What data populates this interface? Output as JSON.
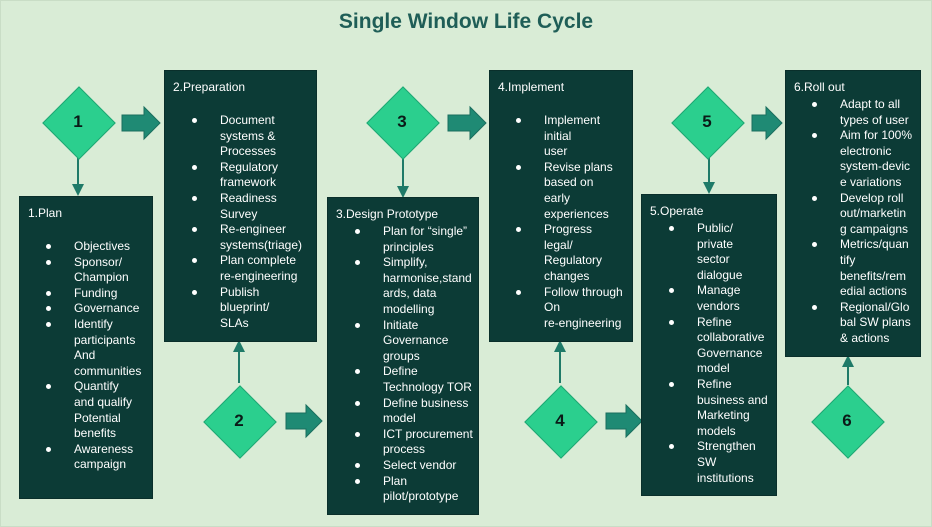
{
  "title": "Single Window Life Cycle",
  "stages": [
    {
      "num": "1",
      "heading": "1.Plan",
      "items": [
        "Objectives",
        "Sponsor/\nChampion",
        "Funding",
        "Governance",
        "Identify\nparticipants\nAnd\ncommunities",
        "Quantify\nand qualify\nPotential\nbenefits",
        "Awareness\ncampaign"
      ]
    },
    {
      "num": "2",
      "heading": "2.Preparation",
      "items": [
        "Document\nsystems &\nProcesses",
        "Regulatory\nframework",
        "Readiness\nSurvey",
        "Re-engineer\nsystems(triage)",
        "Plan complete\nre-engineering",
        "Publish\nblueprint/\nSLAs"
      ]
    },
    {
      "num": "3",
      "heading": "3.Design Prototype",
      "items": [
        "Plan for “single”\nprinciples",
        "Simplify,\nharmonise,stand\nards, data\nmodelling",
        "Initiate\nGovernance\ngroups",
        "Define\nTechnology TOR",
        "Define business\nmodel",
        "ICT procurement\nprocess",
        "Select vendor",
        "Plan\npilot/prototype"
      ]
    },
    {
      "num": "4",
      "heading": "4.Implement",
      "items": [
        "Implement\ninitial\n user",
        "Revise plans\nbased on\n early\nexperiences",
        "Progress\nlegal/\nRegulatory\nchanges",
        "Follow through\nOn\nre-engineering"
      ]
    },
    {
      "num": "5",
      "heading": "5.Operate",
      "items": [
        "Public/\nprivate\nsector\ndialogue",
        "Manage\nvendors",
        "Refine\ncollaborative\nGovernance\nmodel",
        "Refine\nbusiness and\nMarketing\nmodels",
        "Strengthen\nSW\ninstitutions"
      ]
    },
    {
      "num": "6",
      "heading": "6.Roll out",
      "items": [
        "Adapt to all\ntypes of user",
        "Aim for 100%\nelectronic\nsystem-devic\ne variations",
        "Develop roll\nout/marketin\ng campaigns",
        "Metrics/quan\ntify\nbenefits/rem\nedial actions",
        "Regional/Glo\nbal SW plans\n& actions"
      ]
    }
  ]
}
